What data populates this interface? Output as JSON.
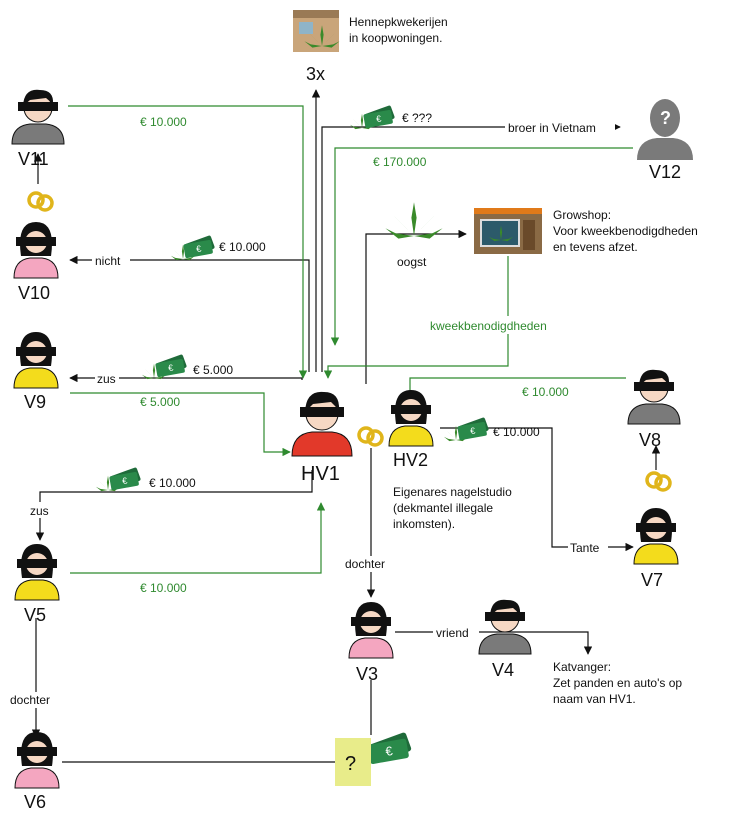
{
  "persons": {
    "V11": {
      "code": "V11"
    },
    "V10": {
      "code": "V10"
    },
    "V9": {
      "code": "V9"
    },
    "HV1": {
      "code": "HV1"
    },
    "HV2": {
      "code": "HV2"
    },
    "V12": {
      "code": "V12"
    },
    "V8": {
      "code": "V8"
    },
    "V7": {
      "code": "V7"
    },
    "V5": {
      "code": "V5"
    },
    "V6": {
      "code": "V6"
    },
    "V3": {
      "code": "V3"
    },
    "V4": {
      "code": "V4"
    }
  },
  "relations": {
    "nicht": "nicht",
    "zus_v9": "zus",
    "zus_v5": "zus",
    "dochter_v3": "dochter",
    "dochter_v6": "dochter",
    "vriend": "vriend",
    "tante": "Tante",
    "broer": "broer in Vietnam",
    "oogst": "oogst"
  },
  "flows": {
    "v11_in": "€ 10.000",
    "v12_in": "€ 170.000",
    "v12_out": "€ ???",
    "v10_out": "€ 10.000",
    "v9_out": "€ 5.000",
    "v9_in": "€ 5.000",
    "v8_in": "€ 10.000",
    "v7_out": "€ 10.000",
    "v5_out": "€ 10.000",
    "v5_in": "€ 10.000",
    "growshop": "kweekbenodigdheden"
  },
  "notes": {
    "hennep": [
      "Hennepkwekerijen",
      "in koopwoningen."
    ],
    "count": "3x",
    "growshop": [
      "Growshop:",
      "Voor kweekbenodigdheden",
      "en tevens afzet."
    ],
    "hv2": [
      "Eigenares nagelstudio",
      "(dekmantel illegale",
      "inkomsten)."
    ],
    "v4": [
      "Katvanger:",
      "Zet panden en auto's op",
      "naam van HV1."
    ],
    "unknown": "?"
  },
  "colors": {
    "money_flow": "#2f8a2f",
    "relation": "#111111",
    "hv1_shirt": "#e2392a",
    "female_shirt": "#f3dc1c",
    "male_shirt": "#7a7a7a",
    "ring": "#e0b51b"
  }
}
